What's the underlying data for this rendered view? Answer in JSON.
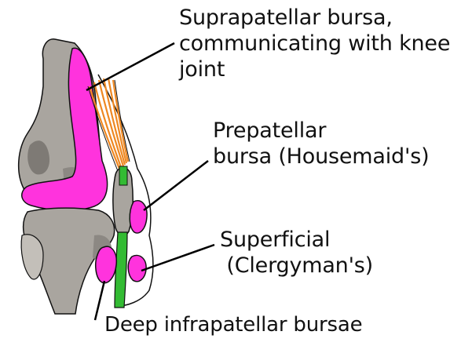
{
  "labels": {
    "suprapatellar": {
      "line1": "Suprapatellar bursa,",
      "line2": "communicating with knee",
      "line3": "joint"
    },
    "prepatellar": {
      "line1": "Prepatellar",
      "line2": "bursa (Housemaid's)"
    },
    "superficial": {
      "line1": "Superficial",
      "line2": " (Clergyman's)"
    },
    "deep_infrapatellar": "Deep infrapatellar bursae"
  },
  "colors": {
    "bursa": "#ff33dd",
    "bone": "#a9a59f",
    "bone_shadow": "#7e7a75",
    "quadriceps_tendon": "#ee8822",
    "patellar_ligament": "#33bb33",
    "outline": "#111111",
    "leader_line": "#000000"
  }
}
